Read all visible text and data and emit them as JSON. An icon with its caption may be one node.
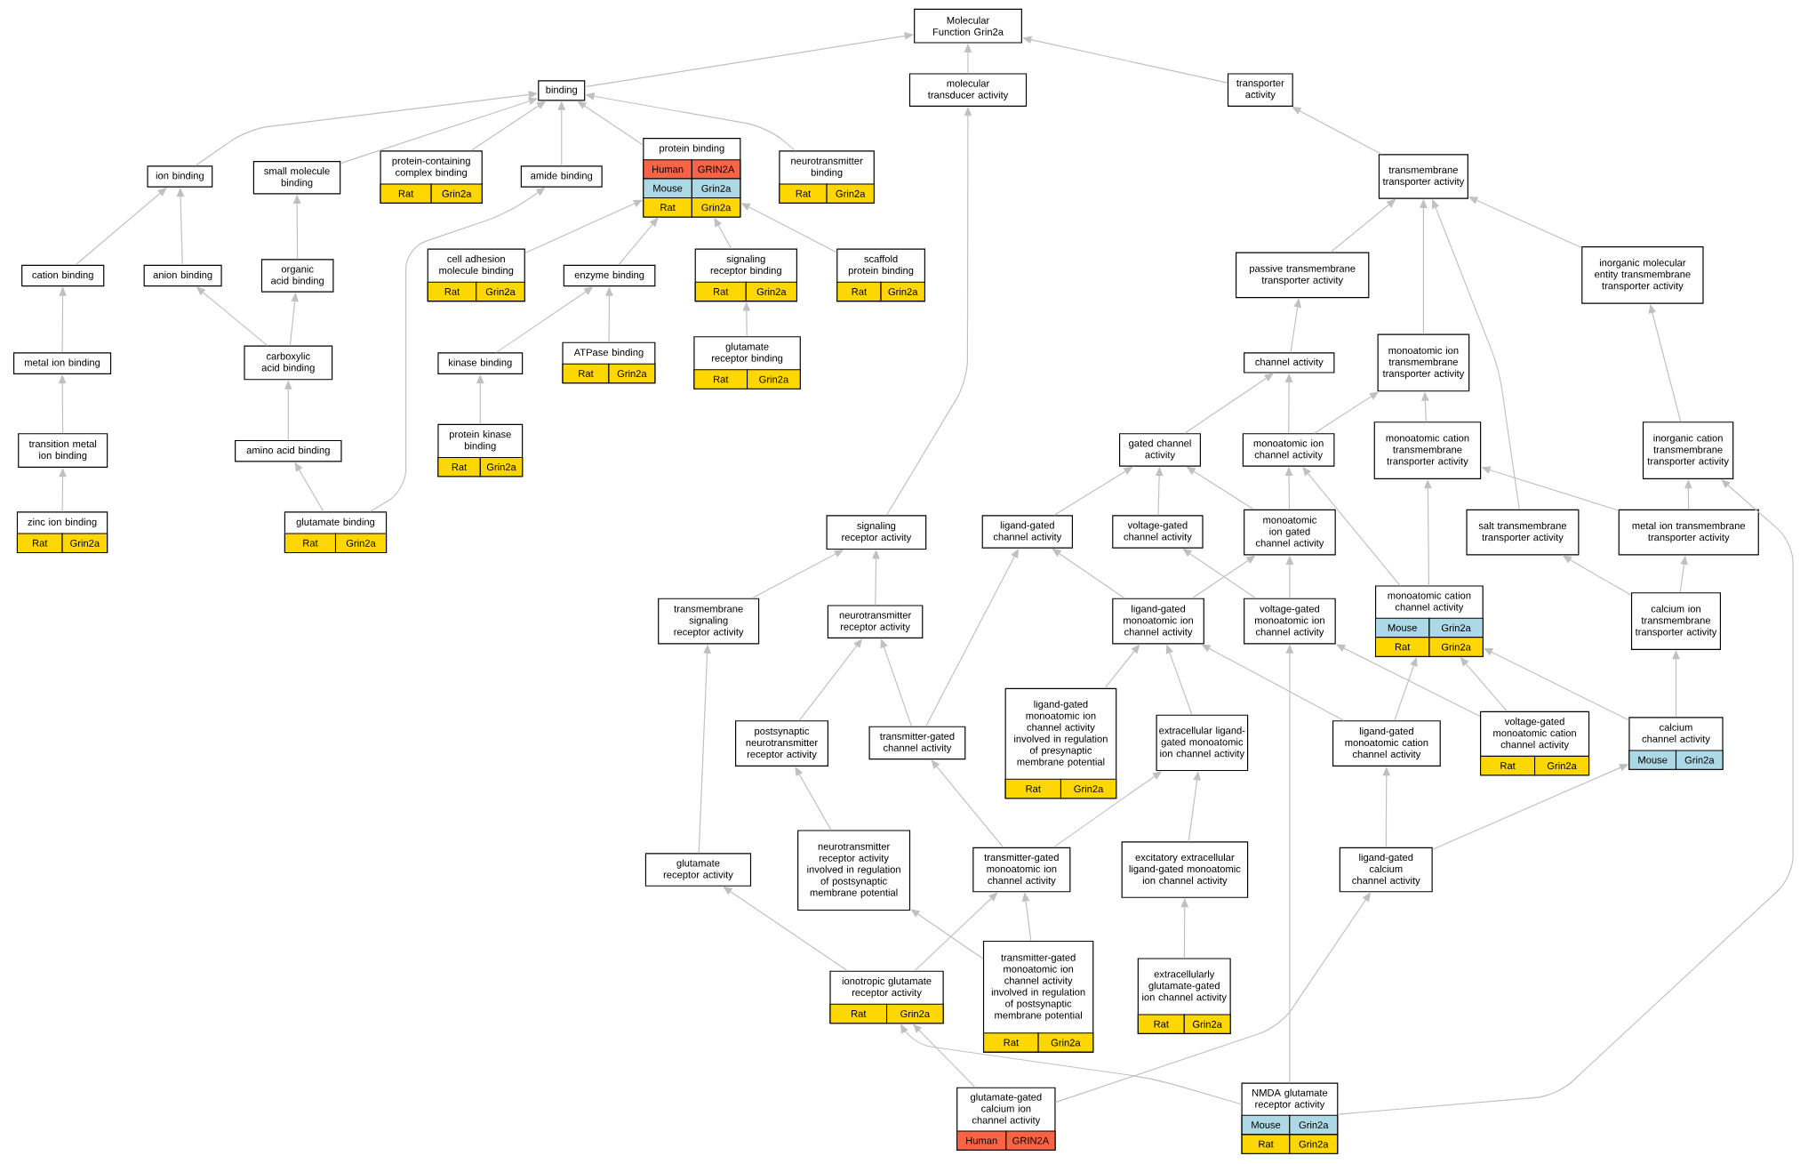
{
  "diagram": {
    "nodes": [
      {
        "text": [
          "Molecular Function Grin2a"
        ]
      },
      {
        "text": [
          "binding"
        ]
      },
      {
        "text": [
          "molecular transducer activity"
        ]
      },
      {
        "text": [
          "transporter activity"
        ]
      },
      {
        "text": [
          "ion binding"
        ]
      },
      {
        "text": [
          "small molecule binding"
        ]
      },
      {
        "text": [
          "protein-containing complex binding",
          "Rat",
          "Grin2a"
        ]
      },
      {
        "text": [
          "amide binding"
        ]
      },
      {
        "text": [
          "protein binding",
          "Human",
          "GRIN2A",
          "Mouse",
          "Grin2a",
          "Rat",
          "Grin2a"
        ]
      },
      {
        "text": [
          "neurotransmitter binding",
          "Rat",
          "Grin2a"
        ]
      },
      {
        "text": [
          "cation binding"
        ]
      },
      {
        "text": [
          "anion binding"
        ]
      },
      {
        "text": [
          "organic acid binding"
        ]
      },
      {
        "text": [
          "cell adhesion molecule binding",
          "Rat",
          "Grin2a"
        ]
      },
      {
        "text": [
          "enzyme binding"
        ]
      },
      {
        "text": [
          "signaling receptor binding",
          "Rat",
          "Grin2a"
        ]
      },
      {
        "text": [
          "scaffold protein binding",
          "Rat",
          "Grin2a"
        ]
      },
      {
        "text": [
          "metal ion binding"
        ]
      },
      {
        "text": [
          "carboxylic acid binding"
        ]
      },
      {
        "text": [
          "kinase binding"
        ]
      },
      {
        "text": [
          "ATPase binding",
          "Rat",
          "Grin2a"
        ]
      },
      {
        "text": [
          "glutamate receptor binding",
          "Rat",
          "Grin2a"
        ]
      },
      {
        "text": [
          "transition metal ion binding"
        ]
      },
      {
        "text": [
          "amino acid binding"
        ]
      },
      {
        "text": [
          "protein kinase binding",
          "Rat",
          "Grin2a"
        ]
      },
      {
        "text": [
          "zinc ion binding",
          "Rat",
          "Grin2a"
        ]
      },
      {
        "text": [
          "glutamate binding",
          "Rat",
          "Grin2a"
        ]
      },
      {
        "text": [
          "transmembrane transporter activity"
        ]
      },
      {
        "text": [
          "passive transmembrane transporter activity"
        ]
      },
      {
        "text": [
          "inorganic molecular entity transmembrane transporter activity"
        ]
      },
      {
        "text": [
          "channel activity"
        ]
      },
      {
        "text": [
          "monoatomic ion transmembrane transporter activity"
        ]
      },
      {
        "text": [
          "gated channel activity"
        ]
      },
      {
        "text": [
          "monoatomic ion channel activity"
        ]
      },
      {
        "text": [
          "monoatomic cation transmembrane transporter activity"
        ]
      },
      {
        "text": [
          "inorganic cation transmembrane transporter activity"
        ]
      },
      {
        "text": [
          "signaling receptor activity"
        ]
      },
      {
        "text": [
          "ligand-gated channel activity"
        ]
      },
      {
        "text": [
          "voltage-gated channel activity"
        ]
      },
      {
        "text": [
          "monoatomic ion gated channel activity"
        ]
      },
      {
        "text": [
          "salt transmembrane transporter activity"
        ]
      },
      {
        "text": [
          "metal ion transmembrane transporter activity"
        ]
      },
      {
        "text": [
          "transmembrane signaling receptor activity"
        ]
      },
      {
        "text": [
          "neurotransmitter receptor activity"
        ]
      },
      {
        "text": [
          "ligand-gated monoatomic ion channel activity"
        ]
      },
      {
        "text": [
          "voltage-gated monoatomic ion channel activity"
        ]
      },
      {
        "text": [
          "monoatomic cation channel activity",
          "Mouse",
          "Grin2a",
          "Rat",
          "Grin2a"
        ]
      },
      {
        "text": [
          "calcium ion transmembrane transporter activity"
        ]
      },
      {
        "text": [
          "postsynaptic neurotransmitter receptor activity"
        ]
      },
      {
        "text": [
          "transmitter-gated channel activity"
        ]
      },
      {
        "text": [
          "ligand-gated monoatomic ion channel activity involved in regulation of presynaptic membrane potential",
          "Rat",
          "Grin2a"
        ]
      },
      {
        "text": [
          "extracellular ligand-gated monoatomic ion channel activity"
        ]
      },
      {
        "text": [
          "ligand-gated monoatomic cation channel activity"
        ]
      },
      {
        "text": [
          "voltage-gated monoatomic cation channel activity",
          "Rat",
          "Grin2a"
        ]
      },
      {
        "text": [
          "calcium channel activity",
          "Mouse",
          "Grin2a"
        ]
      },
      {
        "text": [
          "glutamate receptor activity"
        ]
      },
      {
        "text": [
          "neurotransmitter receptor activity involved in regulation of postsynaptic membrane potential"
        ]
      },
      {
        "text": [
          "transmitter-gated monoatomic ion channel activity"
        ]
      },
      {
        "text": [
          "excitatory extracellular ligand-gated monoatomic ion channel activity"
        ]
      },
      {
        "text": [
          "ligand-gated calcium channel activity"
        ]
      },
      {
        "text": [
          "ionotropic glutamate receptor activity",
          "Rat",
          "Grin2a"
        ]
      },
      {
        "text": [
          "transmitter-gated monoatomic ion channel activity involved in regulation of postsynaptic membrane potential",
          "Rat",
          "Grin2a"
        ]
      },
      {
        "text": [
          "extracellularly glutamate-gated ion channel activity",
          "Rat",
          "Grin2a"
        ]
      },
      {
        "text": [
          "glutamate-gated calcium ion channel activity",
          "Human",
          "GRIN2A"
        ]
      },
      {
        "text": [
          "NMDA glutamate receptor activity",
          "Mouse",
          "Grin2a",
          "Rat",
          "Grin2a"
        ]
      }
    ],
    "edges": [
      {
        "from": 1,
        "to": 0,
        "arrow": "to"
      },
      {
        "from": 2,
        "to": 0,
        "arrow": "to"
      },
      {
        "from": 3,
        "to": 0,
        "arrow": "to"
      },
      {
        "from": 4,
        "to": 1,
        "arrow": "to"
      },
      {
        "from": 5,
        "to": 1,
        "arrow": "to"
      },
      {
        "from": 6,
        "to": 1,
        "arrow": "to"
      },
      {
        "from": 7,
        "to": 1,
        "arrow": "to"
      },
      {
        "from": 8,
        "to": 1,
        "arrow": "to"
      },
      {
        "from": 9,
        "to": 1,
        "arrow": "to"
      },
      {
        "from": 10,
        "to": 4,
        "arrow": "to"
      },
      {
        "from": 11,
        "to": 4,
        "arrow": "to"
      },
      {
        "from": 12,
        "to": 5,
        "arrow": "to"
      },
      {
        "from": 18,
        "to": 11,
        "arrow": "to"
      },
      {
        "from": 18,
        "to": 12,
        "arrow": "to"
      },
      {
        "from": 17,
        "to": 10,
        "arrow": "to"
      },
      {
        "from": 22,
        "to": 17,
        "arrow": "to"
      },
      {
        "from": 25,
        "to": 22,
        "arrow": "to"
      },
      {
        "from": 23,
        "to": 18,
        "arrow": "to"
      },
      {
        "from": 26,
        "to": 23,
        "arrow": "to"
      },
      {
        "from": 26,
        "to": 7,
        "arrow": "to"
      },
      {
        "from": 13,
        "to": 8,
        "arrow": "to"
      },
      {
        "from": 14,
        "to": 8,
        "arrow": "to"
      },
      {
        "from": 15,
        "to": 8,
        "arrow": "to"
      },
      {
        "from": 16,
        "to": 8,
        "arrow": "to"
      },
      {
        "from": 19,
        "to": 14,
        "arrow": "to"
      },
      {
        "from": 20,
        "to": 14,
        "arrow": "to"
      },
      {
        "from": 24,
        "to": 19,
        "arrow": "to"
      },
      {
        "from": 21,
        "to": 15,
        "arrow": "to"
      },
      {
        "from": 36,
        "to": 2,
        "arrow": "to"
      },
      {
        "from": 27,
        "to": 3,
        "arrow": "to"
      },
      {
        "from": 28,
        "to": 27,
        "arrow": "to"
      },
      {
        "from": 31,
        "to": 27,
        "arrow": "to"
      },
      {
        "from": 40,
        "to": 27,
        "arrow": "to"
      },
      {
        "from": 29,
        "to": 27,
        "arrow": "to"
      },
      {
        "from": 30,
        "to": 28,
        "arrow": "to"
      },
      {
        "from": 35,
        "to": 29,
        "arrow": "to"
      },
      {
        "from": 32,
        "to": 30,
        "arrow": "to"
      },
      {
        "from": 33,
        "to": 30,
        "arrow": "to"
      },
      {
        "from": 33,
        "to": 31,
        "arrow": "to"
      },
      {
        "from": 34,
        "to": 31,
        "arrow": "to"
      },
      {
        "from": 37,
        "to": 32,
        "arrow": "to"
      },
      {
        "from": 38,
        "to": 32,
        "arrow": "to"
      },
      {
        "from": 39,
        "to": 32,
        "arrow": "to"
      },
      {
        "from": 39,
        "to": 33,
        "arrow": "to"
      },
      {
        "from": 46,
        "to": 33,
        "arrow": "to"
      },
      {
        "from": 46,
        "to": 34,
        "arrow": "to"
      },
      {
        "from": 41,
        "to": 34,
        "arrow": "to"
      },
      {
        "from": 41,
        "to": 35,
        "arrow": "to"
      },
      {
        "from": 47,
        "to": 41,
        "arrow": "to"
      },
      {
        "from": 47,
        "to": 40,
        "arrow": "to"
      },
      {
        "from": 54,
        "to": 47,
        "arrow": "to"
      },
      {
        "from": 42,
        "to": 36,
        "arrow": "to"
      },
      {
        "from": 43,
        "to": 36,
        "arrow": "to"
      },
      {
        "from": 48,
        "to": 43,
        "arrow": "to"
      },
      {
        "from": 49,
        "to": 43,
        "arrow": "to"
      },
      {
        "from": 49,
        "to": 37,
        "arrow": "to"
      },
      {
        "from": 44,
        "to": 37,
        "arrow": "to"
      },
      {
        "from": 44,
        "to": 39,
        "arrow": "to"
      },
      {
        "from": 45,
        "to": 39,
        "arrow": "to"
      },
      {
        "from": 45,
        "to": 38,
        "arrow": "to"
      },
      {
        "from": 50,
        "to": 44,
        "arrow": "to"
      },
      {
        "from": 51,
        "to": 44,
        "arrow": "to"
      },
      {
        "from": 52,
        "to": 44,
        "arrow": "to"
      },
      {
        "from": 52,
        "to": 46,
        "arrow": "to"
      },
      {
        "from": 53,
        "to": 45,
        "arrow": "to"
      },
      {
        "from": 53,
        "to": 46,
        "arrow": "to"
      },
      {
        "from": 54,
        "to": 46,
        "arrow": "to"
      },
      {
        "from": 59,
        "to": 52,
        "arrow": "to"
      },
      {
        "from": 59,
        "to": 54,
        "arrow": "to"
      },
      {
        "from": 55,
        "to": 42,
        "arrow": "to"
      },
      {
        "from": 56,
        "to": 48,
        "arrow": "to"
      },
      {
        "from": 57,
        "to": 49,
        "arrow": "to"
      },
      {
        "from": 57,
        "to": 51,
        "arrow": "to"
      },
      {
        "from": 58,
        "to": 51,
        "arrow": "to"
      },
      {
        "from": 61,
        "to": 57,
        "arrow": "to"
      },
      {
        "from": 61,
        "to": 56,
        "arrow": "to"
      },
      {
        "from": 60,
        "to": 55,
        "arrow": "to"
      },
      {
        "from": 60,
        "to": 57,
        "arrow": "to"
      },
      {
        "from": 62,
        "to": 58,
        "arrow": "to"
      },
      {
        "from": 63,
        "to": 60,
        "arrow": "to"
      },
      {
        "from": 63,
        "to": 59,
        "arrow": "to"
      },
      {
        "from": 64,
        "to": 60,
        "arrow": "to"
      },
      {
        "from": 64,
        "to": 45,
        "arrow": "to"
      },
      {
        "from": 64,
        "to": 35,
        "arrow": "to"
      }
    ]
  }
}
